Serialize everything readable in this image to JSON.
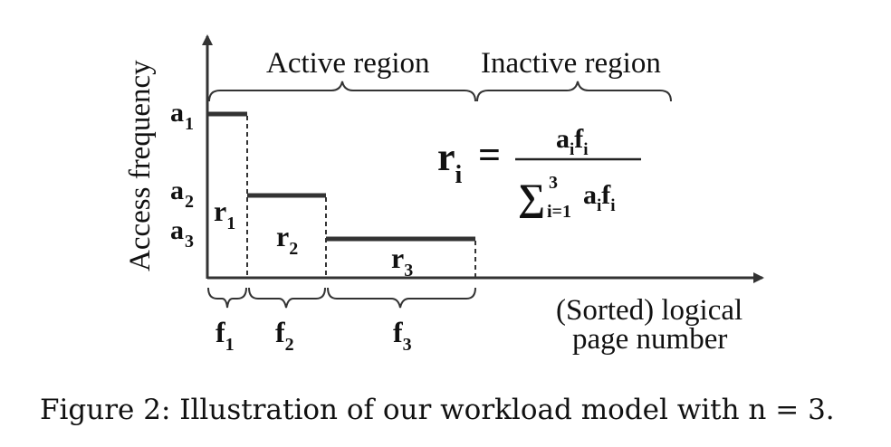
{
  "axes": {
    "y_label": "Access frequency",
    "x_label_line1": "(Sorted) logical",
    "x_label_line2": "page number"
  },
  "regions": {
    "active": "Active region",
    "inactive": "Inactive region"
  },
  "levels": [
    {
      "base": "a",
      "sub": "1"
    },
    {
      "base": "a",
      "sub": "2"
    },
    {
      "base": "a",
      "sub": "3"
    }
  ],
  "ratios": [
    {
      "base": "r",
      "sub": "1"
    },
    {
      "base": "r",
      "sub": "2"
    },
    {
      "base": "r",
      "sub": "3"
    }
  ],
  "fractions": [
    {
      "base": "f",
      "sub": "1"
    },
    {
      "base": "f",
      "sub": "2"
    },
    {
      "base": "f",
      "sub": "3"
    }
  ],
  "formula": {
    "lhs_base": "r",
    "lhs_sub": "i",
    "equals": "=",
    "num_a": "a",
    "num_a_sub": "i",
    "num_f": "f",
    "num_f_sub": "i",
    "sum_sign": "∑",
    "sum_upper": "3",
    "sum_lower": "i=1",
    "den_a": "a",
    "den_a_sub": "i",
    "den_f": "f",
    "den_f_sub": "i"
  },
  "caption": "Figure 2: Illustration of our workload model with n = 3."
}
